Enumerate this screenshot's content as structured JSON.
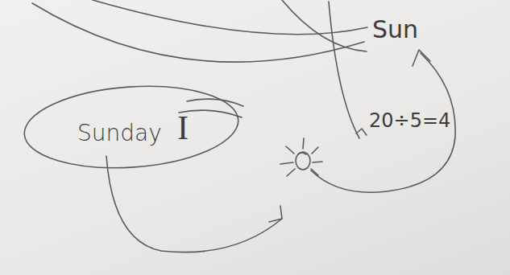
{
  "diagram": {
    "nodes": [
      {
        "text": [
          "Sunday",
          "I"
        ]
      }
    ],
    "labels": [
      "Sun",
      "20÷5=4"
    ]
  }
}
